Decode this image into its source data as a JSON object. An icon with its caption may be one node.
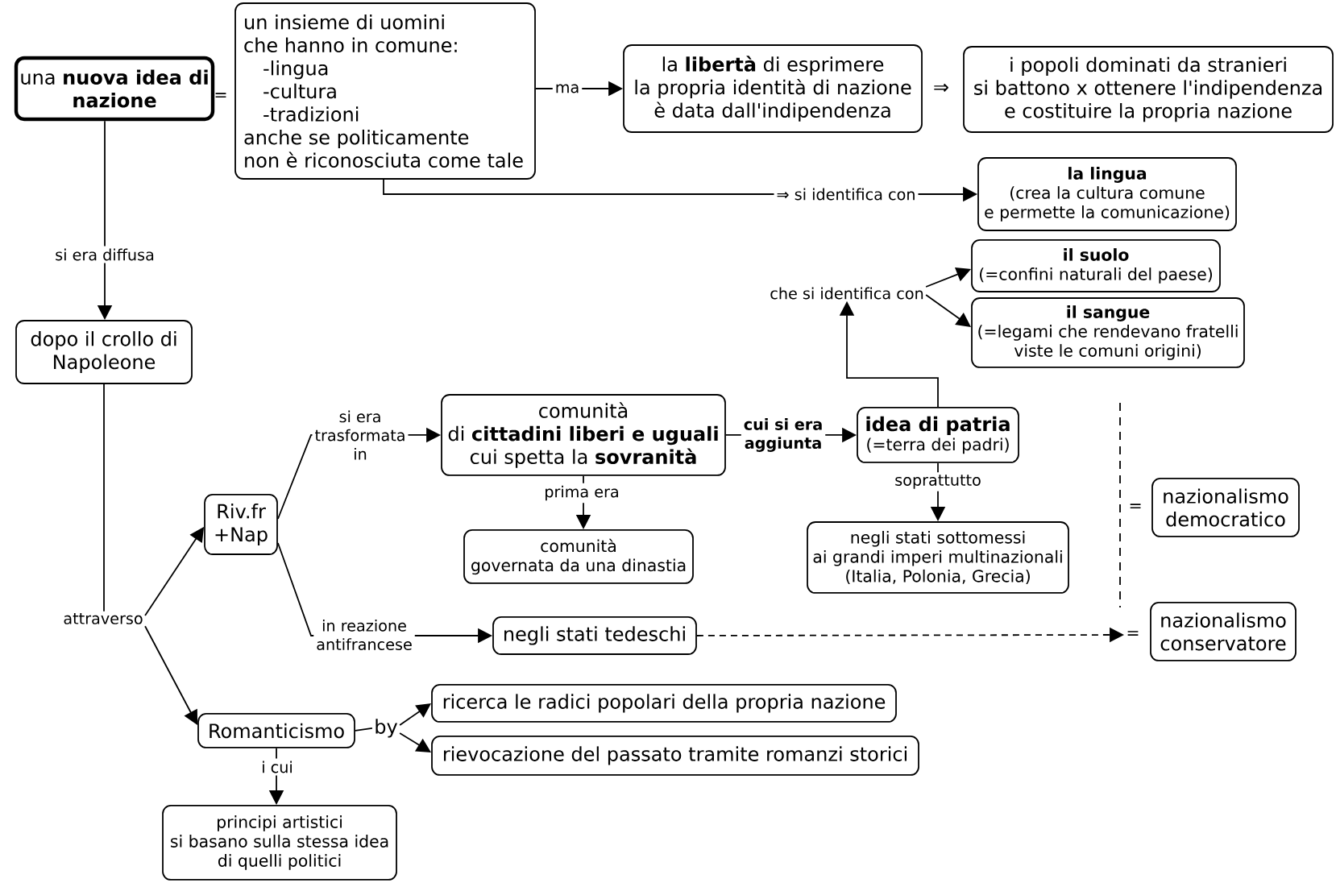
{
  "diagram": {
    "nodes": [
      {
        "text": [
          "una **nuova idea di nazione**"
        ]
      },
      {
        "text": [
          "un insieme di uomini che hanno in comune: -lingua -cultura -tradizioni anche se politicamente non è riconosciuta come tale"
        ]
      },
      {
        "text": [
          "la **libertà** di esprimere la propria identità di nazione è data dall'indipendenza"
        ]
      },
      {
        "text": [
          "i popoli dominati da stranieri si battono x ottenere l'indipendenza e costituire la propria nazione"
        ]
      },
      {
        "text": [
          "la lingua",
          "(crea la cultura comune e permette la comunicazione)"
        ]
      },
      {
        "text": [
          "il suolo",
          "(=confini naturali del paese)"
        ]
      },
      {
        "text": [
          "il sangue",
          "(=legami che rendevano fratelli viste le comuni origini)"
        ]
      },
      {
        "text": [
          "che si identifica con"
        ]
      },
      {
        "text": [
          "dopo il crollo di Napoleone"
        ]
      },
      {
        "text": [
          "comunità di **cittadini liberi e uguali** cui spetta la **sovranità**"
        ]
      },
      {
        "text": [
          "idea di patria",
          "(=terra dei padri)"
        ]
      },
      {
        "text": [
          "Riv.fr +Nap"
        ]
      },
      {
        "text": [
          "comunità governata da una dinastia"
        ]
      },
      {
        "text": [
          "negli stati sottomessi ai grandi imperi multinazionali (Italia, Polonia, Grecia)"
        ]
      },
      {
        "text": [
          "nazionalismo democratico"
        ],
        "beside": [
          "="
        ]
      },
      {
        "text": [
          "attraverso"
        ]
      },
      {
        "text": [
          "negli stati tedeschi"
        ]
      },
      {
        "text": [
          "="
        ]
      },
      {
        "text": [
          "nazionalismo conservatore"
        ]
      },
      {
        "text": [
          "ricerca le radici popolari della propria nazione"
        ]
      },
      {
        "text": [
          "Romanticismo"
        ]
      },
      {
        "text": [
          "by"
        ]
      },
      {
        "text": [
          "rievocazione del passato tramite romanzi storici"
        ]
      },
      {
        "text": [
          "principi artistici si basano sulla stessa idea di quelli politici"
        ]
      }
    ],
    "edges": [
      {
        "from": 0,
        "to": 8,
        "arrow": "to",
        "label": "si era diffusa"
      },
      {
        "from": 1,
        "to": 2,
        "arrow": "to",
        "label": "ma"
      },
      {
        "from": 1,
        "to": 4,
        "arrow": "to",
        "label": "⇒ si identifica con"
      },
      {
        "from": 8,
        "to": 15,
        "arrow": "none"
      },
      {
        "from": 15,
        "to": 11,
        "arrow": "to"
      },
      {
        "from": 15,
        "to": 20,
        "arrow": "to"
      },
      {
        "from": 11,
        "to": 9,
        "arrow": "to",
        "label": "si era trasformata in"
      },
      {
        "from": 11,
        "to": 16,
        "arrow": "to",
        "label": "in reazione antifrancese"
      },
      {
        "from": 9,
        "to": 10,
        "arrow": "to",
        "label": "cui si era aggiunta"
      },
      {
        "from": 9,
        "to": 12,
        "arrow": "to",
        "label": "prima era"
      },
      {
        "from": 10,
        "to": 7,
        "arrow": "to"
      },
      {
        "from": 7,
        "to": 5,
        "arrow": "to"
      },
      {
        "from": 7,
        "to": 6,
        "arrow": "to"
      },
      {
        "from": 10,
        "to": 13,
        "arrow": "to",
        "label": "soprattutto"
      },
      {
        "from": 16,
        "to": 17,
        "arrow": "to",
        "style": "dashed"
      },
      {
        "from": 20,
        "to": 21,
        "arrow": "none"
      },
      {
        "from": 21,
        "to": 19,
        "arrow": "to"
      },
      {
        "from": 21,
        "to": 22,
        "arrow": "to"
      },
      {
        "from": 20,
        "to": 23,
        "arrow": "to",
        "label": "i cui"
      }
    ],
    "labels": [
      "=",
      "⇒"
    ]
  }
}
